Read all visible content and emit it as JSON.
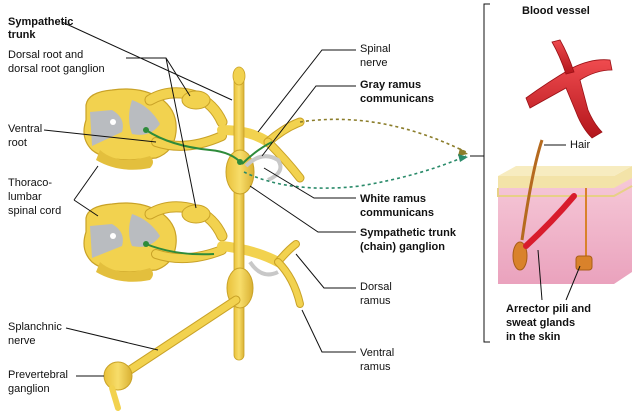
{
  "labels": {
    "sympathetic_trunk": [
      "Sympathetic",
      "trunk"
    ],
    "dorsal_root": [
      "Dorsal root and",
      "dorsal root ganglion"
    ],
    "ventral_root": [
      "Ventral",
      "root"
    ],
    "spinal_cord": [
      "Thoraco-",
      "lumbar",
      "spinal cord"
    ],
    "splanchnic_nerve": [
      "Splanchnic",
      "nerve"
    ],
    "prevertebral_ganglion": [
      "Prevertebral",
      "ganglion"
    ],
    "spinal_nerve": [
      "Spinal",
      "nerve"
    ],
    "gray_ramus": [
      "Gray ramus",
      "communicans"
    ],
    "white_ramus": [
      "White ramus",
      "communicans"
    ],
    "trunk_ganglion": [
      "Sympathetic trunk",
      "(chain) ganglion"
    ],
    "dorsal_ramus": [
      "Dorsal",
      "ramus"
    ],
    "ventral_ramus": [
      "Ventral",
      "ramus"
    ],
    "blood_vessel": "Blood vessel",
    "hair": "Hair",
    "arrector": [
      "Arrector pili and",
      "sweat glands",
      "in the skin"
    ]
  },
  "colors": {
    "nerve": "#f2d24f",
    "nerve_dark": "#c9a227",
    "cord_gray": "#b9bcc0",
    "neuron_green": "#2e8b3a",
    "preganglionic_dash": "#8b7d2a",
    "postganglionic_dash": "#2a8b6a",
    "vessel_red": "#d8232a",
    "skin_pink": "#f4bcd0",
    "skin_surface": "#f3e3a8",
    "gland_orange": "#d9822b"
  }
}
